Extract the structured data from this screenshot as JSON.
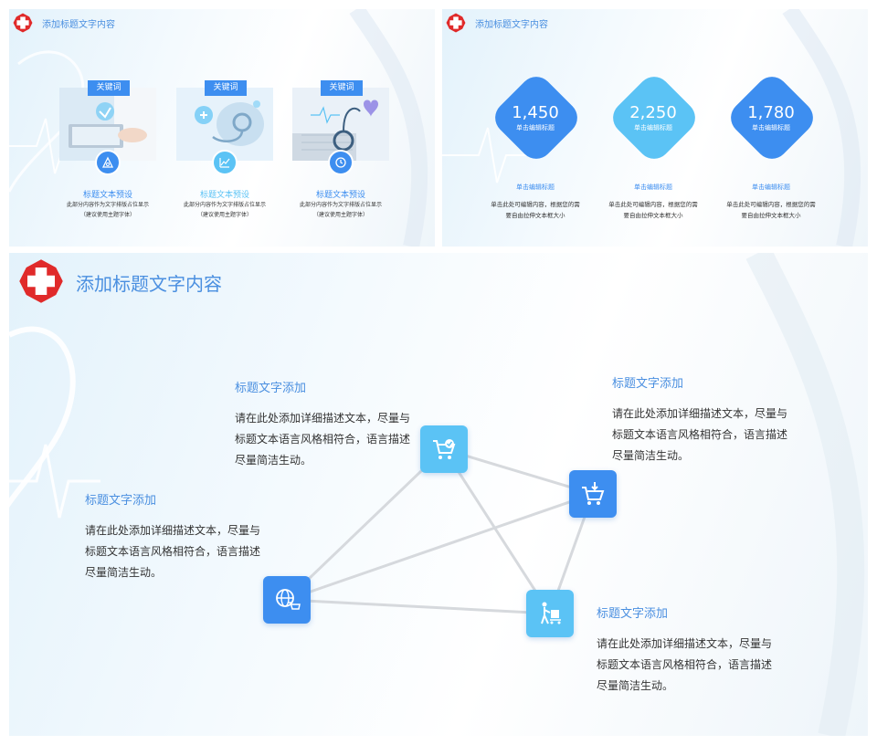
{
  "colors": {
    "accent": "#3d8ef0",
    "light_accent": "#5bc3f5",
    "title": "#4a8fe0",
    "logo_red": "#e02a2a"
  },
  "slide_a": {
    "title": "添加标题文字内容",
    "cards": [
      {
        "badge": "关键词",
        "icon": "triangle-icon",
        "title": "标题文本预设",
        "desc_line1": "此部分内容作为文字排版占位显示",
        "desc_line2": "（建议使用主题字体）",
        "title_color": "#3d8ef0"
      },
      {
        "badge": "关键词",
        "icon": "chart-icon",
        "title": "标题文本预设",
        "desc_line1": "此部分内容作为文字排版占位显示",
        "desc_line2": "（建议使用主题字体）",
        "title_color": "#5bc3f5"
      },
      {
        "badge": "关键词",
        "icon": "clock-icon",
        "title": "标题文本预设",
        "desc_line1": "此部分内容作为文字排版占位显示",
        "desc_line2": "（建议使用主题字体）",
        "title_color": "#3d8ef0"
      }
    ]
  },
  "slide_b": {
    "title": "添加标题文字内容",
    "stats": [
      {
        "value": "1,450",
        "label": "单击编辑标题",
        "title": "单击编辑标题",
        "desc_line1": "单击此处可编辑内容，根据您的需",
        "desc_line2": "要自由拉伸文本框大小",
        "color": "#3d8ef0"
      },
      {
        "value": "2,250",
        "label": "单击编辑标题",
        "title": "单击编辑标题",
        "desc_line1": "单击此处可编辑内容，根据您的需",
        "desc_line2": "要自由拉伸文本框大小",
        "color": "#5bc3f5"
      },
      {
        "value": "1,780",
        "label": "单击编辑标题",
        "title": "单击编辑标题",
        "desc_line1": "单击此处可编辑内容，根据您的需",
        "desc_line2": "要自由拉伸文本框大小",
        "color": "#3d8ef0"
      }
    ]
  },
  "slide_c": {
    "title": "添加标题文字内容",
    "nodes": [
      {
        "icon": "cart-check-icon",
        "color": "#5bc3f5"
      },
      {
        "icon": "cart-download-icon",
        "color": "#3d8ef0"
      },
      {
        "icon": "globe-cart-icon",
        "color": "#3d8ef0"
      },
      {
        "icon": "delivery-person-icon",
        "color": "#5bc3f5"
      }
    ],
    "blocks": [
      {
        "title": "标题文字添加",
        "line1": "请在此处添加详细描述文本，尽量与",
        "line2": "标题文本语言风格相符合，语言描述",
        "line3": "尽量简洁生动。"
      },
      {
        "title": "标题文字添加",
        "line1": "请在此处添加详细描述文本，尽量与",
        "line2": "标题文本语言风格相符合，语言描述",
        "line3": "尽量简洁生动。"
      },
      {
        "title": "标题文字添加",
        "line1": "请在此处添加详细描述文本，尽量与",
        "line2": "标题文本语言风格相符合，语言描述",
        "line3": "尽量简洁生动。"
      },
      {
        "title": "标题文字添加",
        "line1": "请在此处添加详细描述文本，尽量与",
        "line2": "标题文本语言风格相符合，语言描述",
        "line3": "尽量简洁生动。"
      }
    ]
  }
}
